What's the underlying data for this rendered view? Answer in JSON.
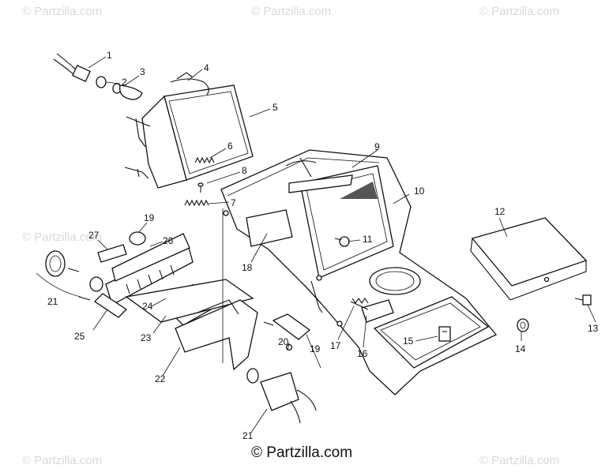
{
  "watermark_text": "© Partzilla.com",
  "footer_text": "© Partzilla.com",
  "callouts": [
    "1",
    "2",
    "3",
    "4",
    "5",
    "6",
    "7",
    "8",
    "9",
    "10",
    "11",
    "12",
    "13",
    "14",
    "15",
    "16",
    "17",
    "18",
    "19",
    "20",
    "21",
    "22",
    "23",
    "24",
    "25",
    "26",
    "27",
    "19",
    "21"
  ]
}
